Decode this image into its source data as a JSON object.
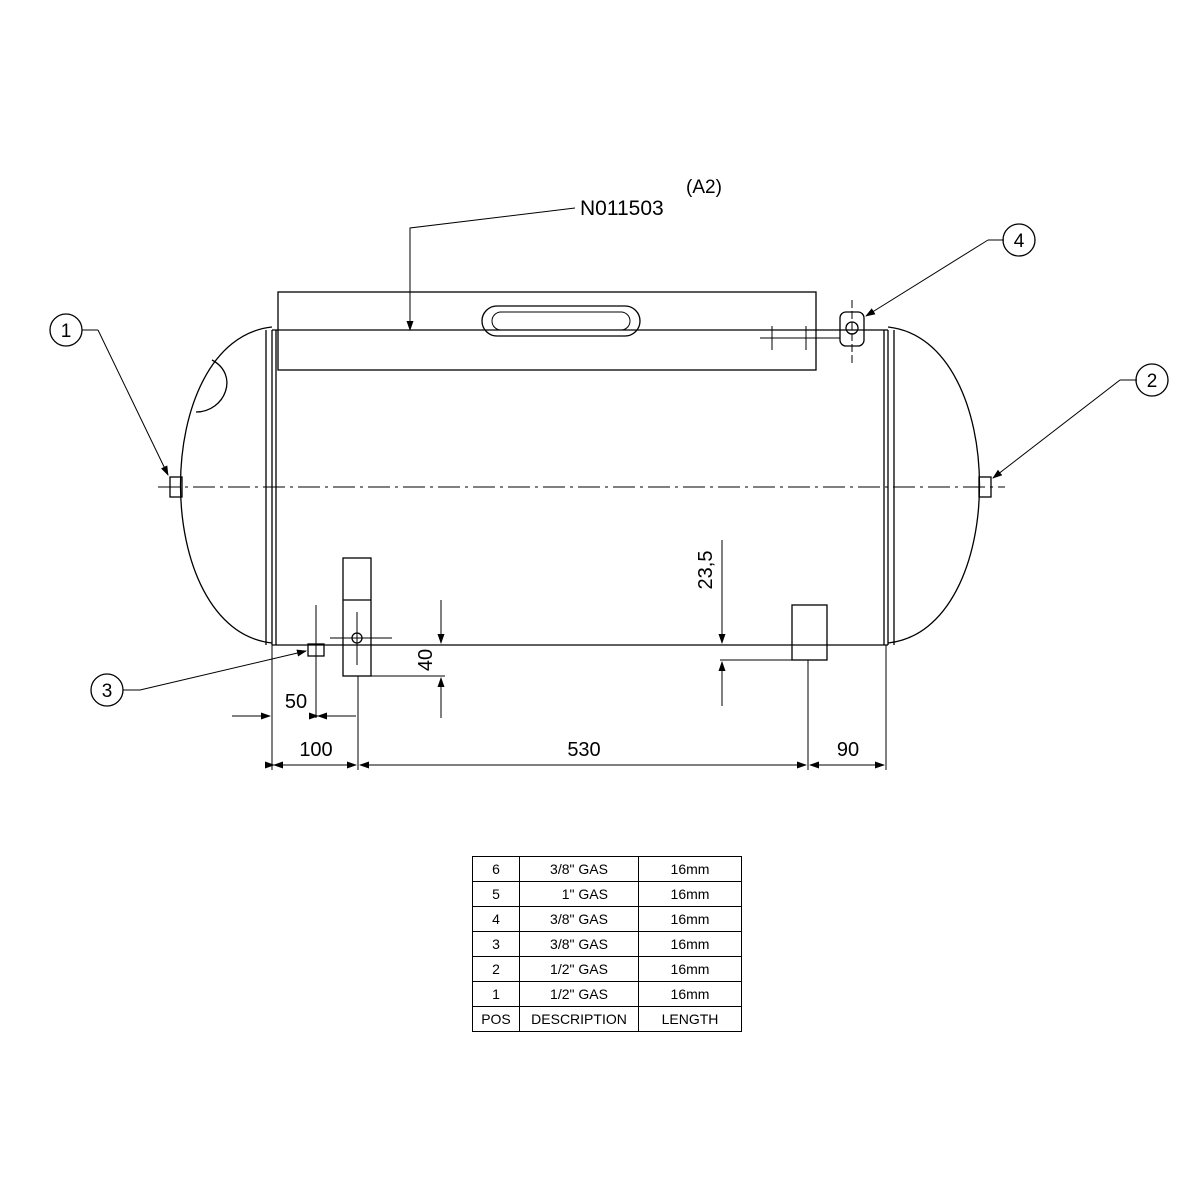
{
  "drawing": {
    "part_number": "N011503",
    "sheet_ref": "(A2)",
    "callouts": [
      "1",
      "2",
      "3",
      "4"
    ],
    "dimensions": {
      "d_23_5": "23,5",
      "d_40": "40",
      "d_50": "50",
      "d_100": "100",
      "d_530": "530",
      "d_90": "90"
    }
  },
  "parts_table": {
    "headers": {
      "pos": "POS",
      "description": "DESCRIPTION",
      "length": "LENGTH"
    },
    "rows": [
      {
        "pos": "6",
        "description": "3/8\" GAS",
        "length": "16mm"
      },
      {
        "pos": "5",
        "description": "   1\" GAS",
        "length": "16mm"
      },
      {
        "pos": "4",
        "description": "3/8\" GAS",
        "length": "16mm"
      },
      {
        "pos": "3",
        "description": "3/8\" GAS",
        "length": "16mm"
      },
      {
        "pos": "2",
        "description": "1/2\" GAS",
        "length": "16mm"
      },
      {
        "pos": "1",
        "description": "1/2\" GAS",
        "length": "16mm"
      }
    ]
  }
}
